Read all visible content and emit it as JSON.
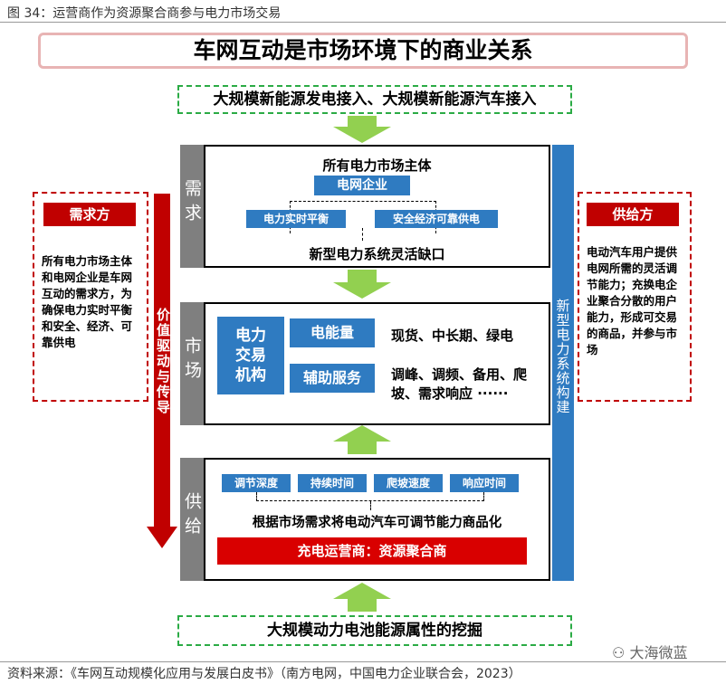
{
  "figure_caption": "图 34：运营商作为资源聚合商参与电力市场交易",
  "main_title": "车网互动是市场环境下的商业关系",
  "top_banner": "大规模新能源发电接入、大规模新能源汽车接入",
  "bottom_banner": "大规模动力电池能源属性的挖掘",
  "demand_label": "需求",
  "market_label": "市场",
  "supply_label": "供给",
  "value_arrow_label": "价值驱动与传导",
  "right_bar_label": "新型电力系统构建",
  "demand": {
    "heading": "所有电力市场主体",
    "grid": "电网企业",
    "left_item": "电力实时平衡",
    "right_item": "安全经济可靠供电",
    "footer": "新型电力系统灵活缺口"
  },
  "market": {
    "org": "电力交易机构",
    "energy": "电能量",
    "energy_desc": "现货、中长期、绿电",
    "ancillary": "辅助服务",
    "ancillary_desc": "调峰、调频、备用、爬坡、需求响应 ······"
  },
  "supply": {
    "tags": [
      "调节深度",
      "持续时间",
      "爬坡速度",
      "响应时间"
    ],
    "desc": "根据市场需求将电动汽车可调节能力商品化",
    "bar": "充电运营商：资源聚合商"
  },
  "left_box": {
    "title": "需求方",
    "text": "所有电力市场主体和电网企业是车网互动的需求方，为确保电力实时平衡和安全、经济、可靠供电"
  },
  "right_box": {
    "title": "供给方",
    "text": "电动汽车用户提供电网所需的灵活调节能力；充换电企业聚合分散的用户能力，形成可交易的商品，并参与市场"
  },
  "source": "资料来源：《车网互动规模化应用与发展白皮书》（南方电网，中国电力企业联合会，2023）",
  "watermark": "大海微蓝",
  "colors": {
    "green": "#2bab45",
    "blue": "#2f7bc1",
    "red": "#c00000",
    "gray": "#7f7f7f",
    "arrow_green": "#92d050"
  }
}
